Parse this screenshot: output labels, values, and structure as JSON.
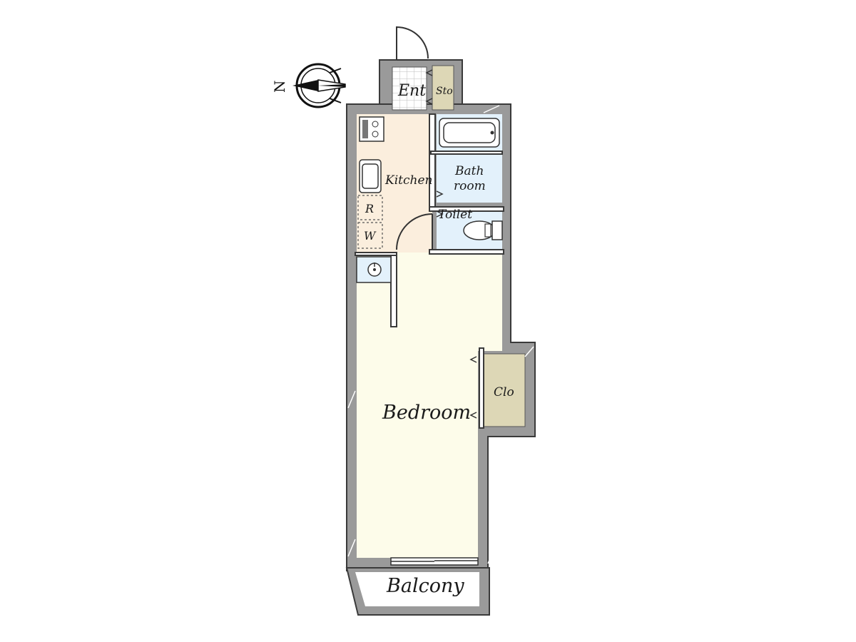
{
  "compass": {
    "north_label": "N"
  },
  "rooms": {
    "entrance": "Ent",
    "storage": "Sto",
    "kitchen": "Kitchen",
    "bath_line1": "Bath",
    "bath_line2": "room",
    "toilet": "Toilet",
    "refrigerator": "R",
    "washer": "W",
    "bedroom": "Bedroom",
    "closet": "Clo",
    "balcony": "Balcony"
  },
  "colors": {
    "kitchen": "#fbeedd",
    "bedroom": "#fdfcea",
    "wet_area": "#e3f1fb",
    "storage": "#ddd7b6",
    "wall": "#9a9a9a"
  }
}
